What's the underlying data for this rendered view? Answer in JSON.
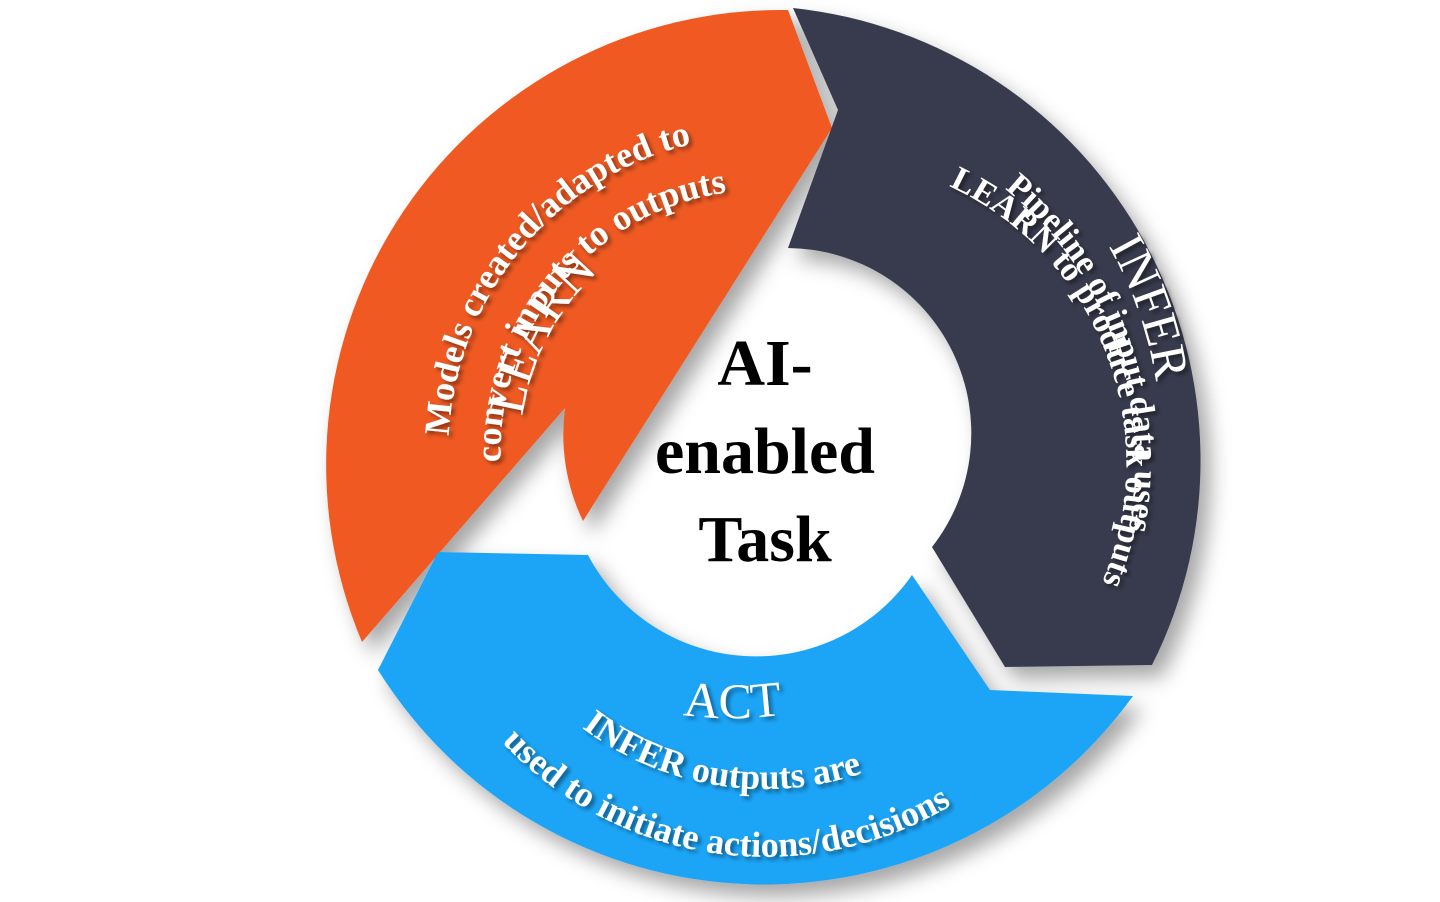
{
  "center": {
    "lines": [
      "AI-",
      "enabled",
      "Task"
    ]
  },
  "segments": [
    {
      "key": "learn",
      "title": "LEARN",
      "lines": [
        "Models created/adapted to",
        "convert inputs to outputs"
      ],
      "color": "#f05a20"
    },
    {
      "key": "infer",
      "title": "INFER",
      "lines": [
        "Pipeline of input data uses",
        "LEARN to produce task outputs"
      ],
      "color": "#393a4e"
    },
    {
      "key": "act",
      "title": "ACT",
      "lines": [
        "INFER outputs are",
        "used to initiate actions/decisions"
      ],
      "color": "#1ea5f7"
    }
  ]
}
